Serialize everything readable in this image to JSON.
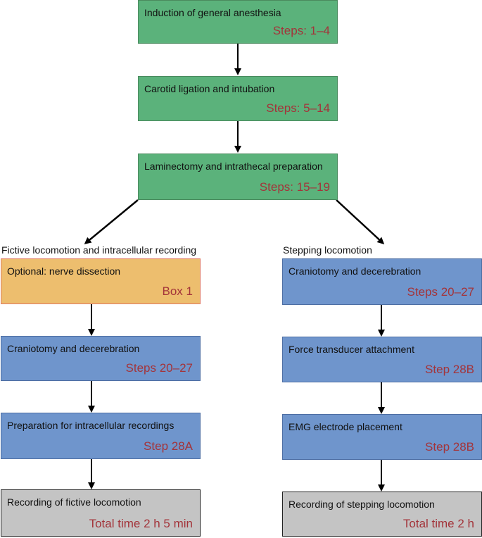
{
  "main_flow": [
    {
      "title": "Induction of general anesthesia",
      "steps": "Steps: 1–4"
    },
    {
      "title": "Carotid ligation and intubation",
      "steps": "Steps: 5–14"
    },
    {
      "title": "Laminectomy and intrathecal preparation",
      "steps": "Steps: 15–19"
    }
  ],
  "left_branch": {
    "label": "Fictive locomotion and intracellular recording",
    "boxes": [
      {
        "title": "Optional: nerve dissection",
        "steps": "Box 1"
      },
      {
        "title": "Craniotomy and decerebration",
        "steps": "Steps 20–27"
      },
      {
        "title": "Preparation for intracellular recordings",
        "steps": "Step 28A"
      },
      {
        "title": "Recording of fictive locomotion",
        "steps": "Total time 2 h 5 min"
      }
    ]
  },
  "right_branch": {
    "label": "Stepping locomotion",
    "boxes": [
      {
        "title": "Craniotomy and decerebration",
        "steps": "Steps 20–27"
      },
      {
        "title": "Force transducer attachment",
        "steps": "Step 28B"
      },
      {
        "title": "EMG electrode placement",
        "steps": "Step 28B"
      },
      {
        "title": "Recording of stepping locomotion",
        "steps": "Total time 2 h"
      }
    ]
  },
  "colors": {
    "main_box": "#5bb27b",
    "optional_box": "#edbe6e",
    "procedure_box": "#6f95cc",
    "recording_box": "#c4c4c4",
    "step_text": "#a3343a"
  }
}
